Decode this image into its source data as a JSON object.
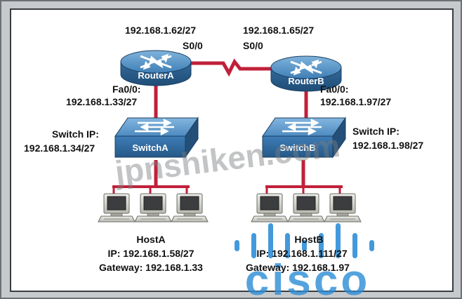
{
  "routerA": {
    "name": "RouterA",
    "serial_ip": "192.168.1.62/27",
    "serial_if": "S0/0",
    "fa_if": "Fa0/0:",
    "fa_ip": "192.168.1.33/27"
  },
  "routerB": {
    "name": "RouterB",
    "serial_ip": "192.168.1.65/27",
    "serial_if": "S0/0",
    "fa_if": "Fa0/0:",
    "fa_ip": "192.168.1.97/27"
  },
  "switchA": {
    "name": "SwitchA",
    "ip_label": "Switch IP:",
    "ip": "192.168.1.34/27"
  },
  "switchB": {
    "name": "SwitchB",
    "ip_label": "Switch IP:",
    "ip": "192.168.1.98/27"
  },
  "hostA": {
    "name": "HostA",
    "ip_line": "IP: 192.168.1.58/27",
    "gateway_line": "Gateway: 192.168.1.33"
  },
  "hostB": {
    "name": "HostB",
    "ip_line": "IP: 192.168.1.111/27",
    "gateway_line": "Gateway: 192.168.1.97"
  },
  "watermark": "jpnshiken.com",
  "logo": "cisco",
  "colors": {
    "link": "#c0203a",
    "router_top": "#4f8ec2",
    "router_side": "#2a5f8f",
    "switch": "#3c7bb5",
    "logo": "#2f8ed8"
  }
}
